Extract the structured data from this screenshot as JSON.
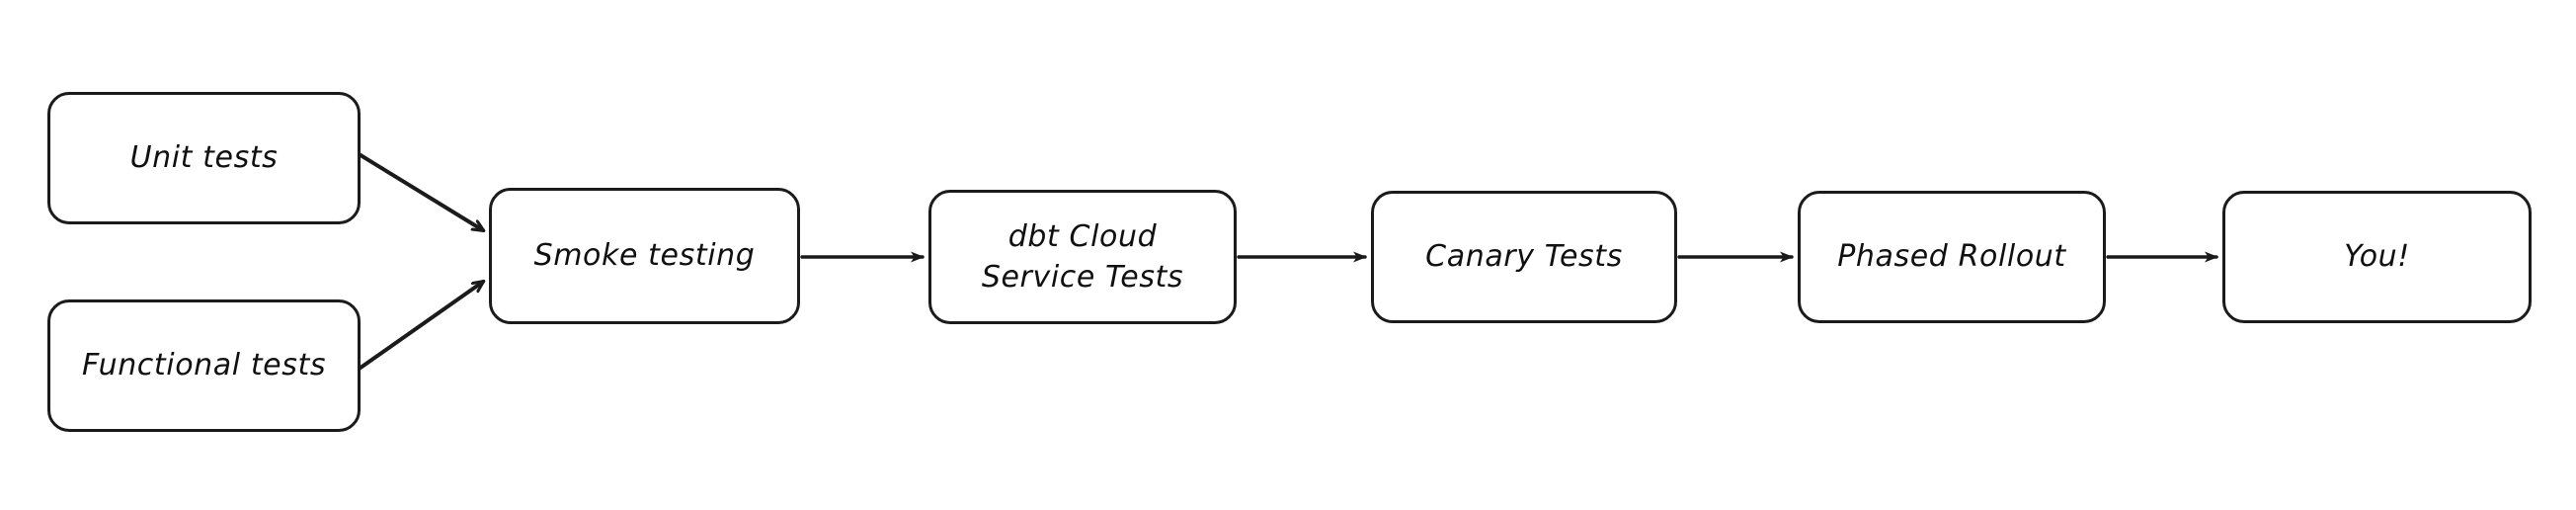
{
  "diagram": {
    "type": "flowchart",
    "direction": "left-to-right",
    "background_color": "#ffffff",
    "stroke_color": "#1b1b1b",
    "text_color": "#101010",
    "nodes": [
      {
        "id": "unit",
        "label": "Unit tests"
      },
      {
        "id": "functional",
        "label": "Functional tests"
      },
      {
        "id": "smoke",
        "label": "Smoke testing"
      },
      {
        "id": "dbt",
        "label": "dbt Cloud\nService Tests"
      },
      {
        "id": "canary",
        "label": "Canary Tests"
      },
      {
        "id": "phased",
        "label": "Phased Rollout"
      },
      {
        "id": "you",
        "label": "You!"
      }
    ],
    "edges": [
      {
        "from": "unit",
        "to": "smoke",
        "label": ""
      },
      {
        "from": "functional",
        "to": "smoke",
        "label": ""
      },
      {
        "from": "smoke",
        "to": "dbt",
        "label": ""
      },
      {
        "from": "dbt",
        "to": "canary",
        "label": ""
      },
      {
        "from": "canary",
        "to": "phased",
        "label": ""
      },
      {
        "from": "phased",
        "to": "you",
        "label": ""
      }
    ]
  }
}
